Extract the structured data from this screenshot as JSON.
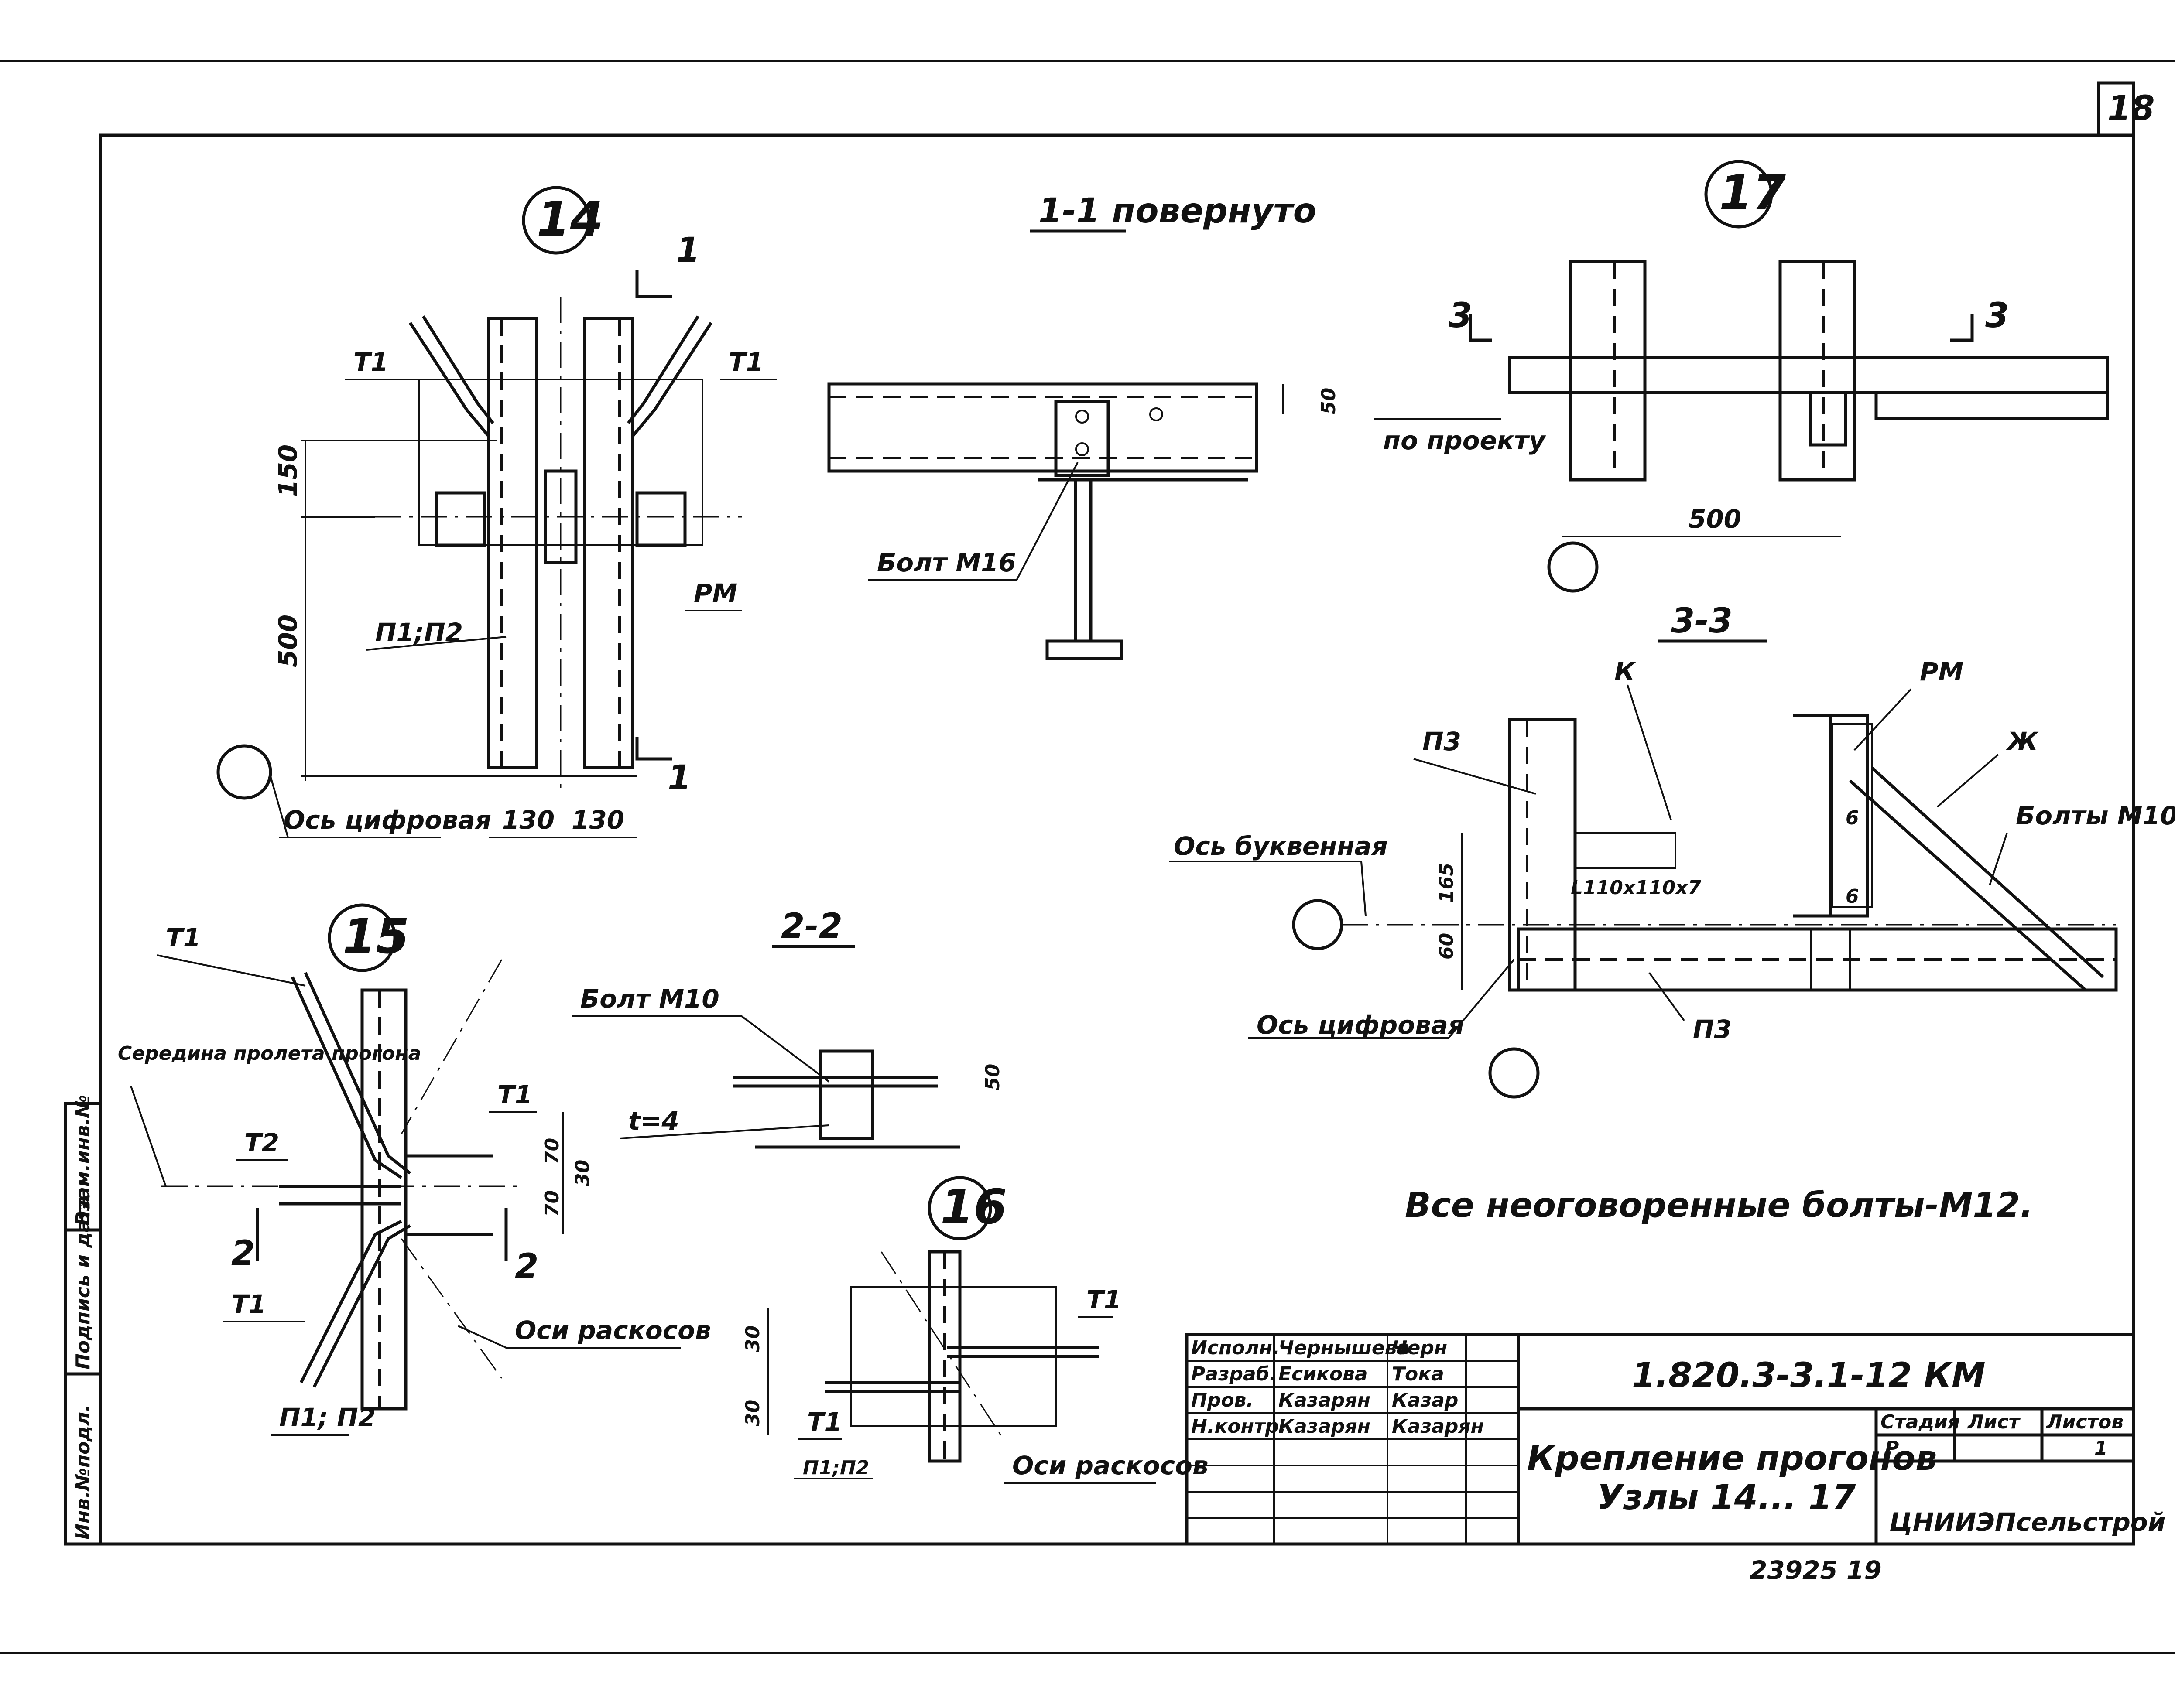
{
  "sheet_number": "18",
  "sections": {
    "node14": "14",
    "node15": "15",
    "node16": "16",
    "node17": "17",
    "s11": "1-1 повернуто",
    "s22": "2-2",
    "s33": "3-3"
  },
  "labels": {
    "t1": "T1",
    "t2": "T2",
    "p1p2": "П1;П2",
    "p1p2_b": "П1; П2",
    "p1p2_c": "П1;П2",
    "pm": "РМ",
    "axis_digit": "Ось цифровая",
    "axis_letter": "Ось буквенная",
    "mid_span": "Середина пролета прогона",
    "bolt_m16": "Болт М16",
    "bolt_m10": "Болт М10",
    "t4": "t=4",
    "diag_axes": "Оси раскосов",
    "per_project": "по проекту",
    "k": "К",
    "p3": "П3",
    "zh": "Ж",
    "bolts_m10": "Болты М10",
    "angle": "L110x110x7",
    "mark_1": "1",
    "mark_2": "2",
    "mark_3": "3",
    "b6": "6"
  },
  "dims": {
    "d150": "150",
    "d500": "500",
    "d130a": "130",
    "d130b": "130",
    "d50": "50",
    "d500b": "500",
    "d165": "165",
    "d60": "60",
    "d70": "70",
    "d30": "30",
    "d70b": "70",
    "d30b": "30",
    "d30c": "30",
    "d30d": "30",
    "d50b": "50"
  },
  "note": "Все неоговоренные болты-М12.",
  "side_stamp": [
    "Инв.№подл.",
    "Подпись и дата",
    "Взам.инв.№"
  ],
  "title_block": {
    "code": "1.820.3-3.1-12 КМ",
    "title_line1": "Крепление прогонов",
    "title_line2": "Узлы 14... 17",
    "org": "ЦНИИЭПсельстрой",
    "stage_label": "Стадия",
    "sheet_label": "Лист",
    "sheets_label": "Листов",
    "stage": "Р",
    "sheets": "1",
    "roles": [
      {
        "role": "Исполн.",
        "name": "Чернышева",
        "sign": "Черн"
      },
      {
        "role": "Разраб.",
        "name": "Есикова",
        "sign": "Тока"
      },
      {
        "role": "Пров.",
        "name": "Казарян",
        "sign": "Казар"
      },
      {
        "role": "Н.контр.",
        "name": "Казарян",
        "sign": "Казарян"
      }
    ]
  },
  "archive_number": "23925 19"
}
